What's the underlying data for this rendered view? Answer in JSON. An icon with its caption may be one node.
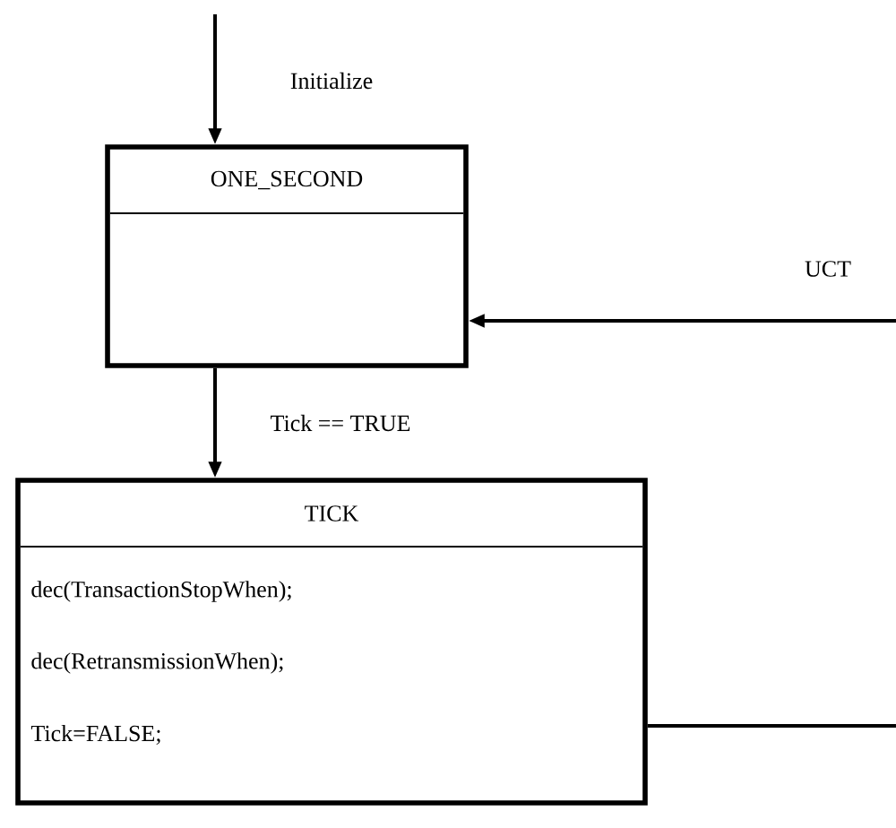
{
  "diagram": {
    "nodes": [
      {
        "text": [
          "ONE_SECOND"
        ]
      },
      {
        "text": [
          "TICK",
          "dec(TransactionStopWhen);",
          "dec(RetransmissionWhen);",
          "Tick=FALSE;"
        ]
      }
    ],
    "edges": [
      {
        "from": null,
        "to": 0,
        "arrow": "to",
        "label": "Initialize"
      },
      {
        "from": 0,
        "to": 1,
        "arrow": "to",
        "label": "Tick == TRUE"
      },
      {
        "from": null,
        "to": 0,
        "arrow": "to",
        "label": "UCT"
      },
      {
        "from": 1,
        "to": null,
        "arrow": "none"
      }
    ]
  }
}
